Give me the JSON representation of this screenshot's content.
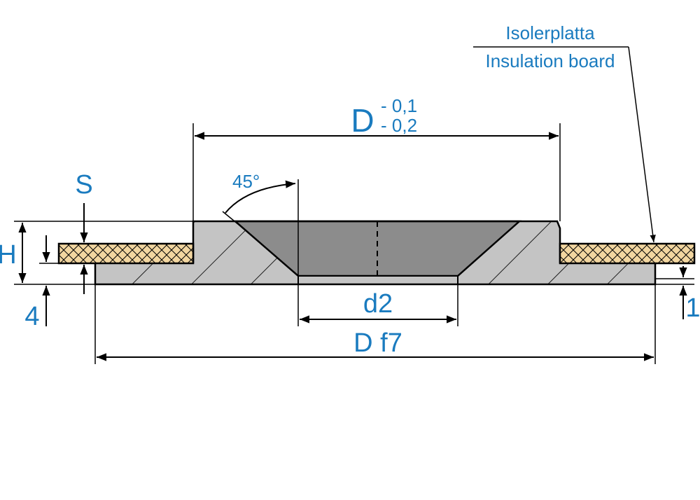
{
  "labels": {
    "insulation_sv": "Isolerplatta",
    "insulation_en": "Insulation board",
    "D_main": "D",
    "D_tol_upper": "- 0,1",
    "D_tol_lower": "- 0,2",
    "angle": "45°",
    "S": "S",
    "H": "H",
    "four": "4",
    "d2": "d2",
    "Df7": "D f7",
    "one": "1"
  },
  "colors": {
    "label_blue": "#1a7bbf",
    "metal_gray": "#c4c4c4",
    "cone_dark": "#8c8c8c",
    "board_tan": "#f2d6a0"
  }
}
